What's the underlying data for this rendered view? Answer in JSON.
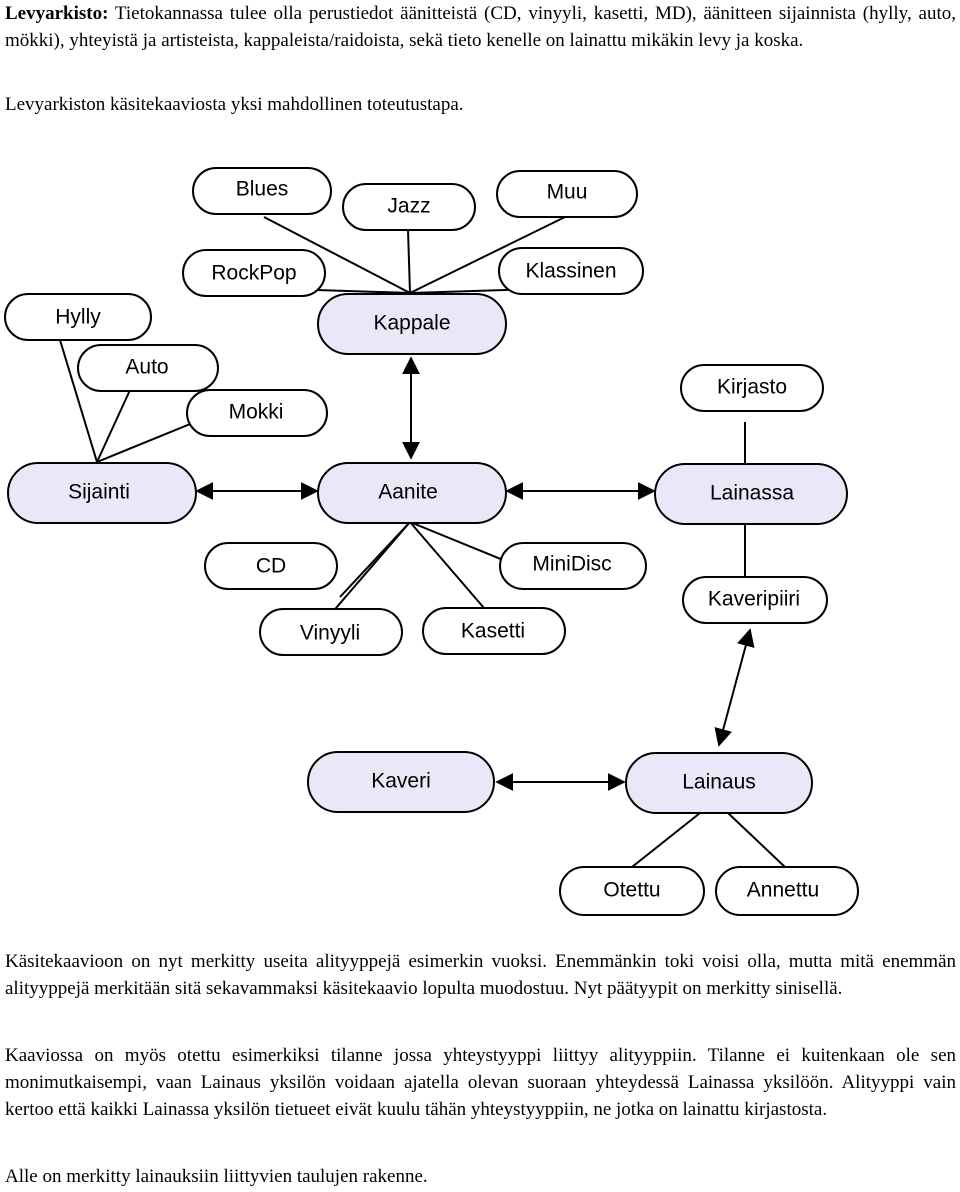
{
  "intro": {
    "title": "Levyarkisto:",
    "text": " Tietokannassa tulee olla perustiedot äänitteistä (CD, vinyyli, kasetti, MD), äänitteen sijainnista (hylly, auto, mökki), yhteyistä ja artisteista, kappaleista/raidoista, sekä tieto kenelle on lainattu mikäkin levy ja koska.",
    "subtext": "Levyarkiston käsitekaaviosta yksi mahdollinen toteutustapa."
  },
  "diagram": {
    "nodes": {
      "kappale": "Kappale",
      "aanite": "Aanite",
      "sijainti": "Sijainti",
      "lainassa": "Lainassa",
      "kaveri": "Kaveri",
      "lainaus": "Lainaus",
      "blues": "Blues",
      "jazz": "Jazz",
      "muu": "Muu",
      "rockpop": "RockPop",
      "klassinen": "Klassinen",
      "hylly": "Hylly",
      "auto": "Auto",
      "mokki": "Mokki",
      "kirjasto": "Kirjasto",
      "cd": "CD",
      "minidisc": "MiniDisc",
      "vinyyli": "Vinyyli",
      "kasetti": "Kasetti",
      "kaveripiiri": "Kaveripiiri",
      "otettu": "Otettu",
      "annettu": "Annettu"
    },
    "colors": {
      "entity_fill": "#e8e8f8",
      "subtype_fill": "#ffffff",
      "stroke": "#000000"
    }
  },
  "paragraphs": [
    "Käsitekaavioon on nyt merkitty useita alityyppejä esimerkin vuoksi. Enemmänkin toki voisi olla, mutta mitä enemmän alityyppejä merkitään sitä sekavammaksi käsitekaavio lopulta muodostuu. Nyt päätyypit on merkitty sinisellä.",
    "Kaaviossa on myös otettu esimerkiksi tilanne jossa yhteystyyppi liittyy alityyppiin. Tilanne ei kuitenkaan ole sen monimutkaisempi, vaan Lainaus yksilön voidaan ajatella olevan suoraan yhteydessä Lainassa yksilöön. Alityyppi vain kertoo että kaikki Lainassa yksilön tietueet eivät kuulu tähän yhteystyyppiin, ne jotka on lainattu kirjastosta.",
    "Alle on merkitty lainauksiin liittyvien taulujen rakenne."
  ]
}
